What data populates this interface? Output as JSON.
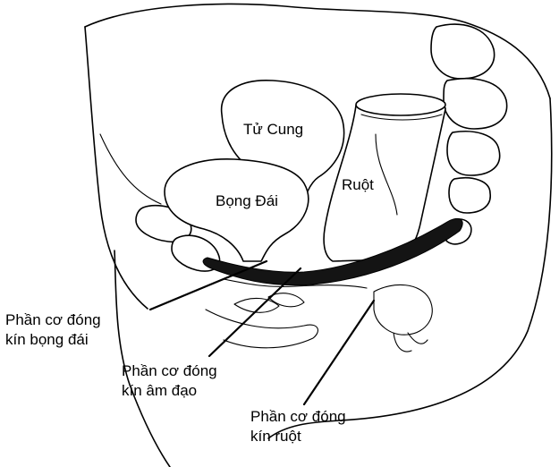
{
  "organs": {
    "uterus": "Tử Cung",
    "bladder": "Bọng Đái",
    "bowel": "Ruột"
  },
  "callouts": {
    "bladder_closure": [
      "Phần cơ đóng",
      "kín bọng đái"
    ],
    "vaginal_closure": [
      "Phần cơ đóng",
      "kín âm đạo"
    ],
    "bowel_closure": [
      "Phần cơ đóng",
      "kín ruột"
    ]
  }
}
